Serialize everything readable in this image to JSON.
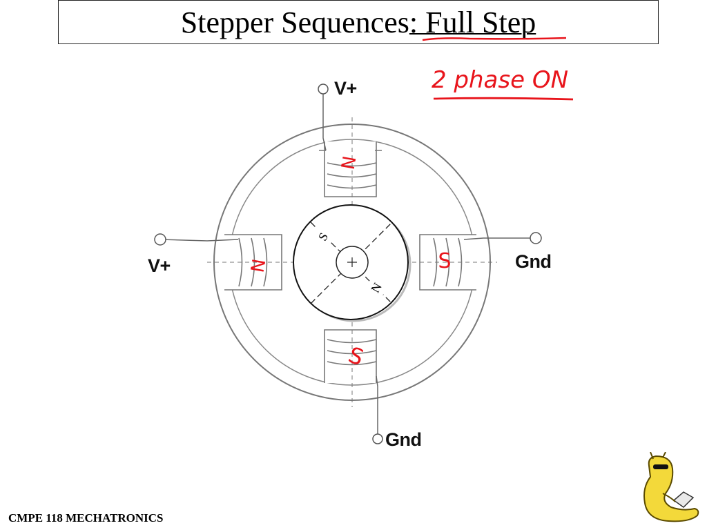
{
  "title": {
    "prefix": "Stepper Sequences",
    "suffix": ": Full Step"
  },
  "annotation": {
    "handwritten_note": "2 phase ON",
    "color": "#e8141b"
  },
  "terminals": {
    "top_label": "V+",
    "left_label": "V+",
    "right_label": "Gnd",
    "bottom_label": "Gnd"
  },
  "poles": {
    "top": "N",
    "left": "N",
    "right": "S",
    "bottom": "S"
  },
  "rotor": {
    "pole_s": "S",
    "pole_n": "N"
  },
  "footer": "CMPE 118 MECHATRONICS",
  "logo": {
    "icon": "banana-slug-icon"
  }
}
